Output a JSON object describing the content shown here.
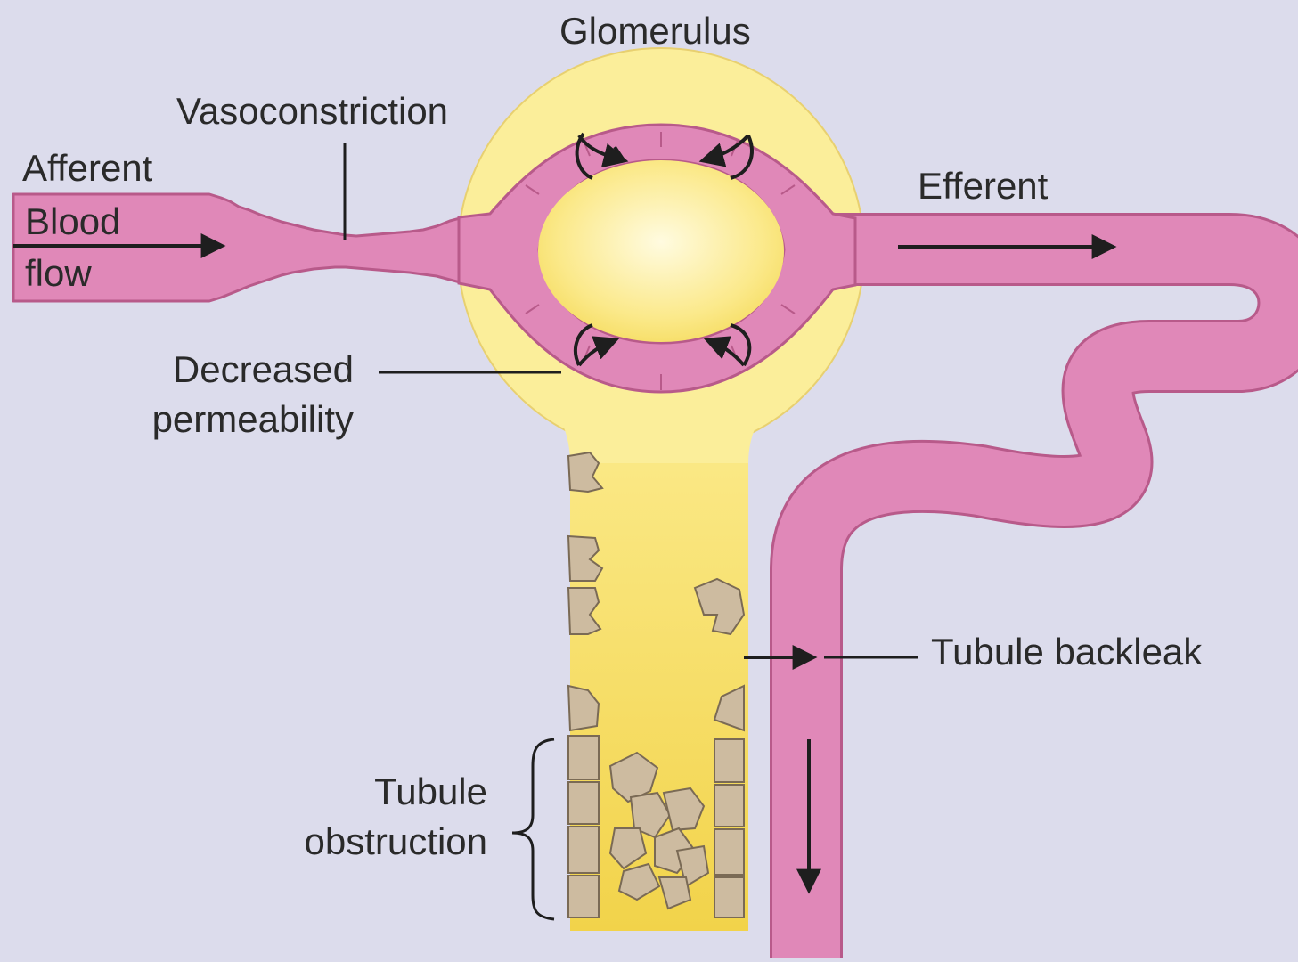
{
  "labels": {
    "glomerulus": "Glomerulus",
    "vasoconstriction": "Vasoconstriction",
    "afferent": "Afferent",
    "blood": "Blood",
    "flow": "flow",
    "efferent": "Efferent",
    "decreased": "Decreased",
    "permeability": "permeability",
    "tubule_backleak": "Tubule backleak",
    "tubule": "Tubule",
    "obstruction": "obstruction"
  },
  "colors": {
    "background": "#dcdcec",
    "vessel_pink": "#e088b8",
    "vessel_outline": "#b85a8a",
    "capsule_yellow": "#fbee9a",
    "glomerulus_core": "#fff3a6",
    "tubule_yellow": "#f6dc5a",
    "cell_tan": "#cdbba0",
    "text": "#2a2a2a"
  }
}
